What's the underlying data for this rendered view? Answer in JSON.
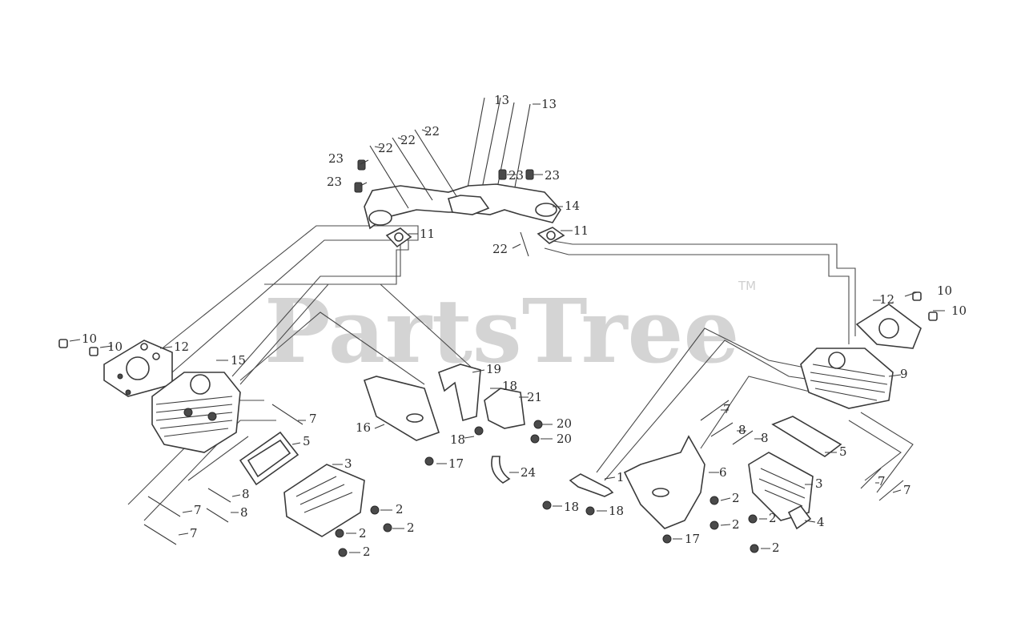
{
  "watermark": {
    "brand": "PartsTree",
    "tm": "TM"
  },
  "callouts": {
    "c13a": "13",
    "c13b": "13",
    "c22a": "22",
    "c22b": "22",
    "c22c": "22",
    "c22d": "22",
    "c23a": "23",
    "c23b": "23",
    "c23c": "23",
    "c23d": "23",
    "c14": "14",
    "c11a": "11",
    "c11b": "11",
    "c10a": "10",
    "c10b": "10",
    "c12a": "12",
    "c15": "15",
    "c10c": "10",
    "c10d": "10",
    "c12b": "12",
    "c9": "9",
    "c19": "19",
    "c18a": "18",
    "c21": "21",
    "c16": "16",
    "c18b": "18",
    "c20a": "20",
    "c20b": "20",
    "c17a": "17",
    "c24": "24",
    "c7a": "7",
    "c5a": "5",
    "c3a": "3",
    "c8a": "8",
    "c8b": "8",
    "c7b": "7",
    "c7c": "7",
    "c2a": "2",
    "c2b": "2",
    "c2c": "2",
    "c2d": "2",
    "c7d": "7",
    "c8c": "8",
    "c8d": "8",
    "c5b": "5",
    "c6": "6",
    "c1": "1",
    "c18c": "18",
    "c18d": "18",
    "c3b": "3",
    "c7e": "7",
    "c7f": "7",
    "c2e": "2",
    "c2f": "2",
    "c2g": "2",
    "c4": "4",
    "c2h": "2",
    "c17b": "17"
  }
}
